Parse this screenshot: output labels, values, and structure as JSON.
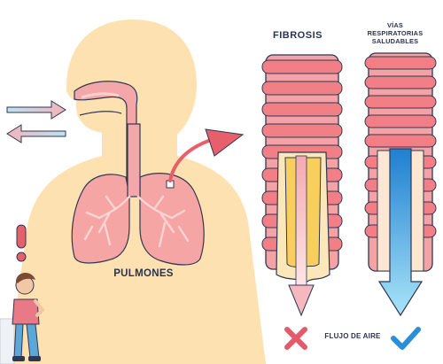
{
  "labels": {
    "lungs": "PULMONES",
    "fibrosis": "FIBROSIS",
    "healthy_airways": "VÍAS\nRESPIRATORIAS\nSALUDABLES",
    "airflow": "FLUJO DE AIRE"
  },
  "icons": {
    "fibrosis_status": "cross-icon",
    "healthy_status": "checkmark-icon",
    "alert": "exclamation-icon"
  },
  "colors": {
    "body_silhouette": "#fde1b0",
    "airway_wall": "#f49c9e",
    "lung": "#f5a6a4",
    "mucus": "#f8cf5c",
    "healthy_flow": "#5cc1e8",
    "cross": "#e35b6a",
    "check": "#2a8fd6",
    "text": "#2b3350"
  }
}
